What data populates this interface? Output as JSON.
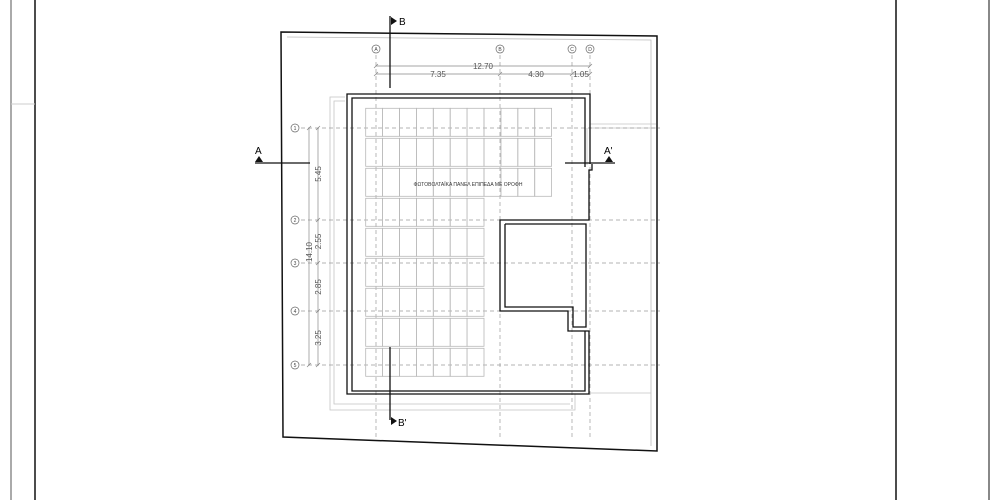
{
  "drawing": {
    "type": "roof plan",
    "note": "ΦΩΤΟΒΟΛΤΑΪΚΑ ΠΑΝΕΛ ΕΠΙΠΕΔΑ ΜΕ ΟΡΟΦΗ",
    "grid_columns": [
      "A",
      "B",
      "C",
      "D"
    ],
    "grid_rows": [
      "1",
      "2",
      "3",
      "4",
      "5"
    ],
    "dims_horizontal": {
      "total": "12.70",
      "segments": [
        "7.35",
        "4.30",
        "1.05"
      ]
    },
    "dims_vertical": {
      "total": "14.10",
      "segments": [
        "5.45",
        "2.55",
        "2.85",
        "3.25"
      ]
    },
    "sections": {
      "b_top": "B",
      "b_bottom": "B'",
      "a_left": "A",
      "a_right": "A'"
    },
    "panels": {
      "rows_wide": 3,
      "cols_wide": 11,
      "rows_narrow": 6,
      "cols_narrow": 7
    }
  },
  "colors": {
    "line": "#111111",
    "grid": "#9a9a9a",
    "panel": "#b8b8b8",
    "faint": "#c8c8c8"
  }
}
